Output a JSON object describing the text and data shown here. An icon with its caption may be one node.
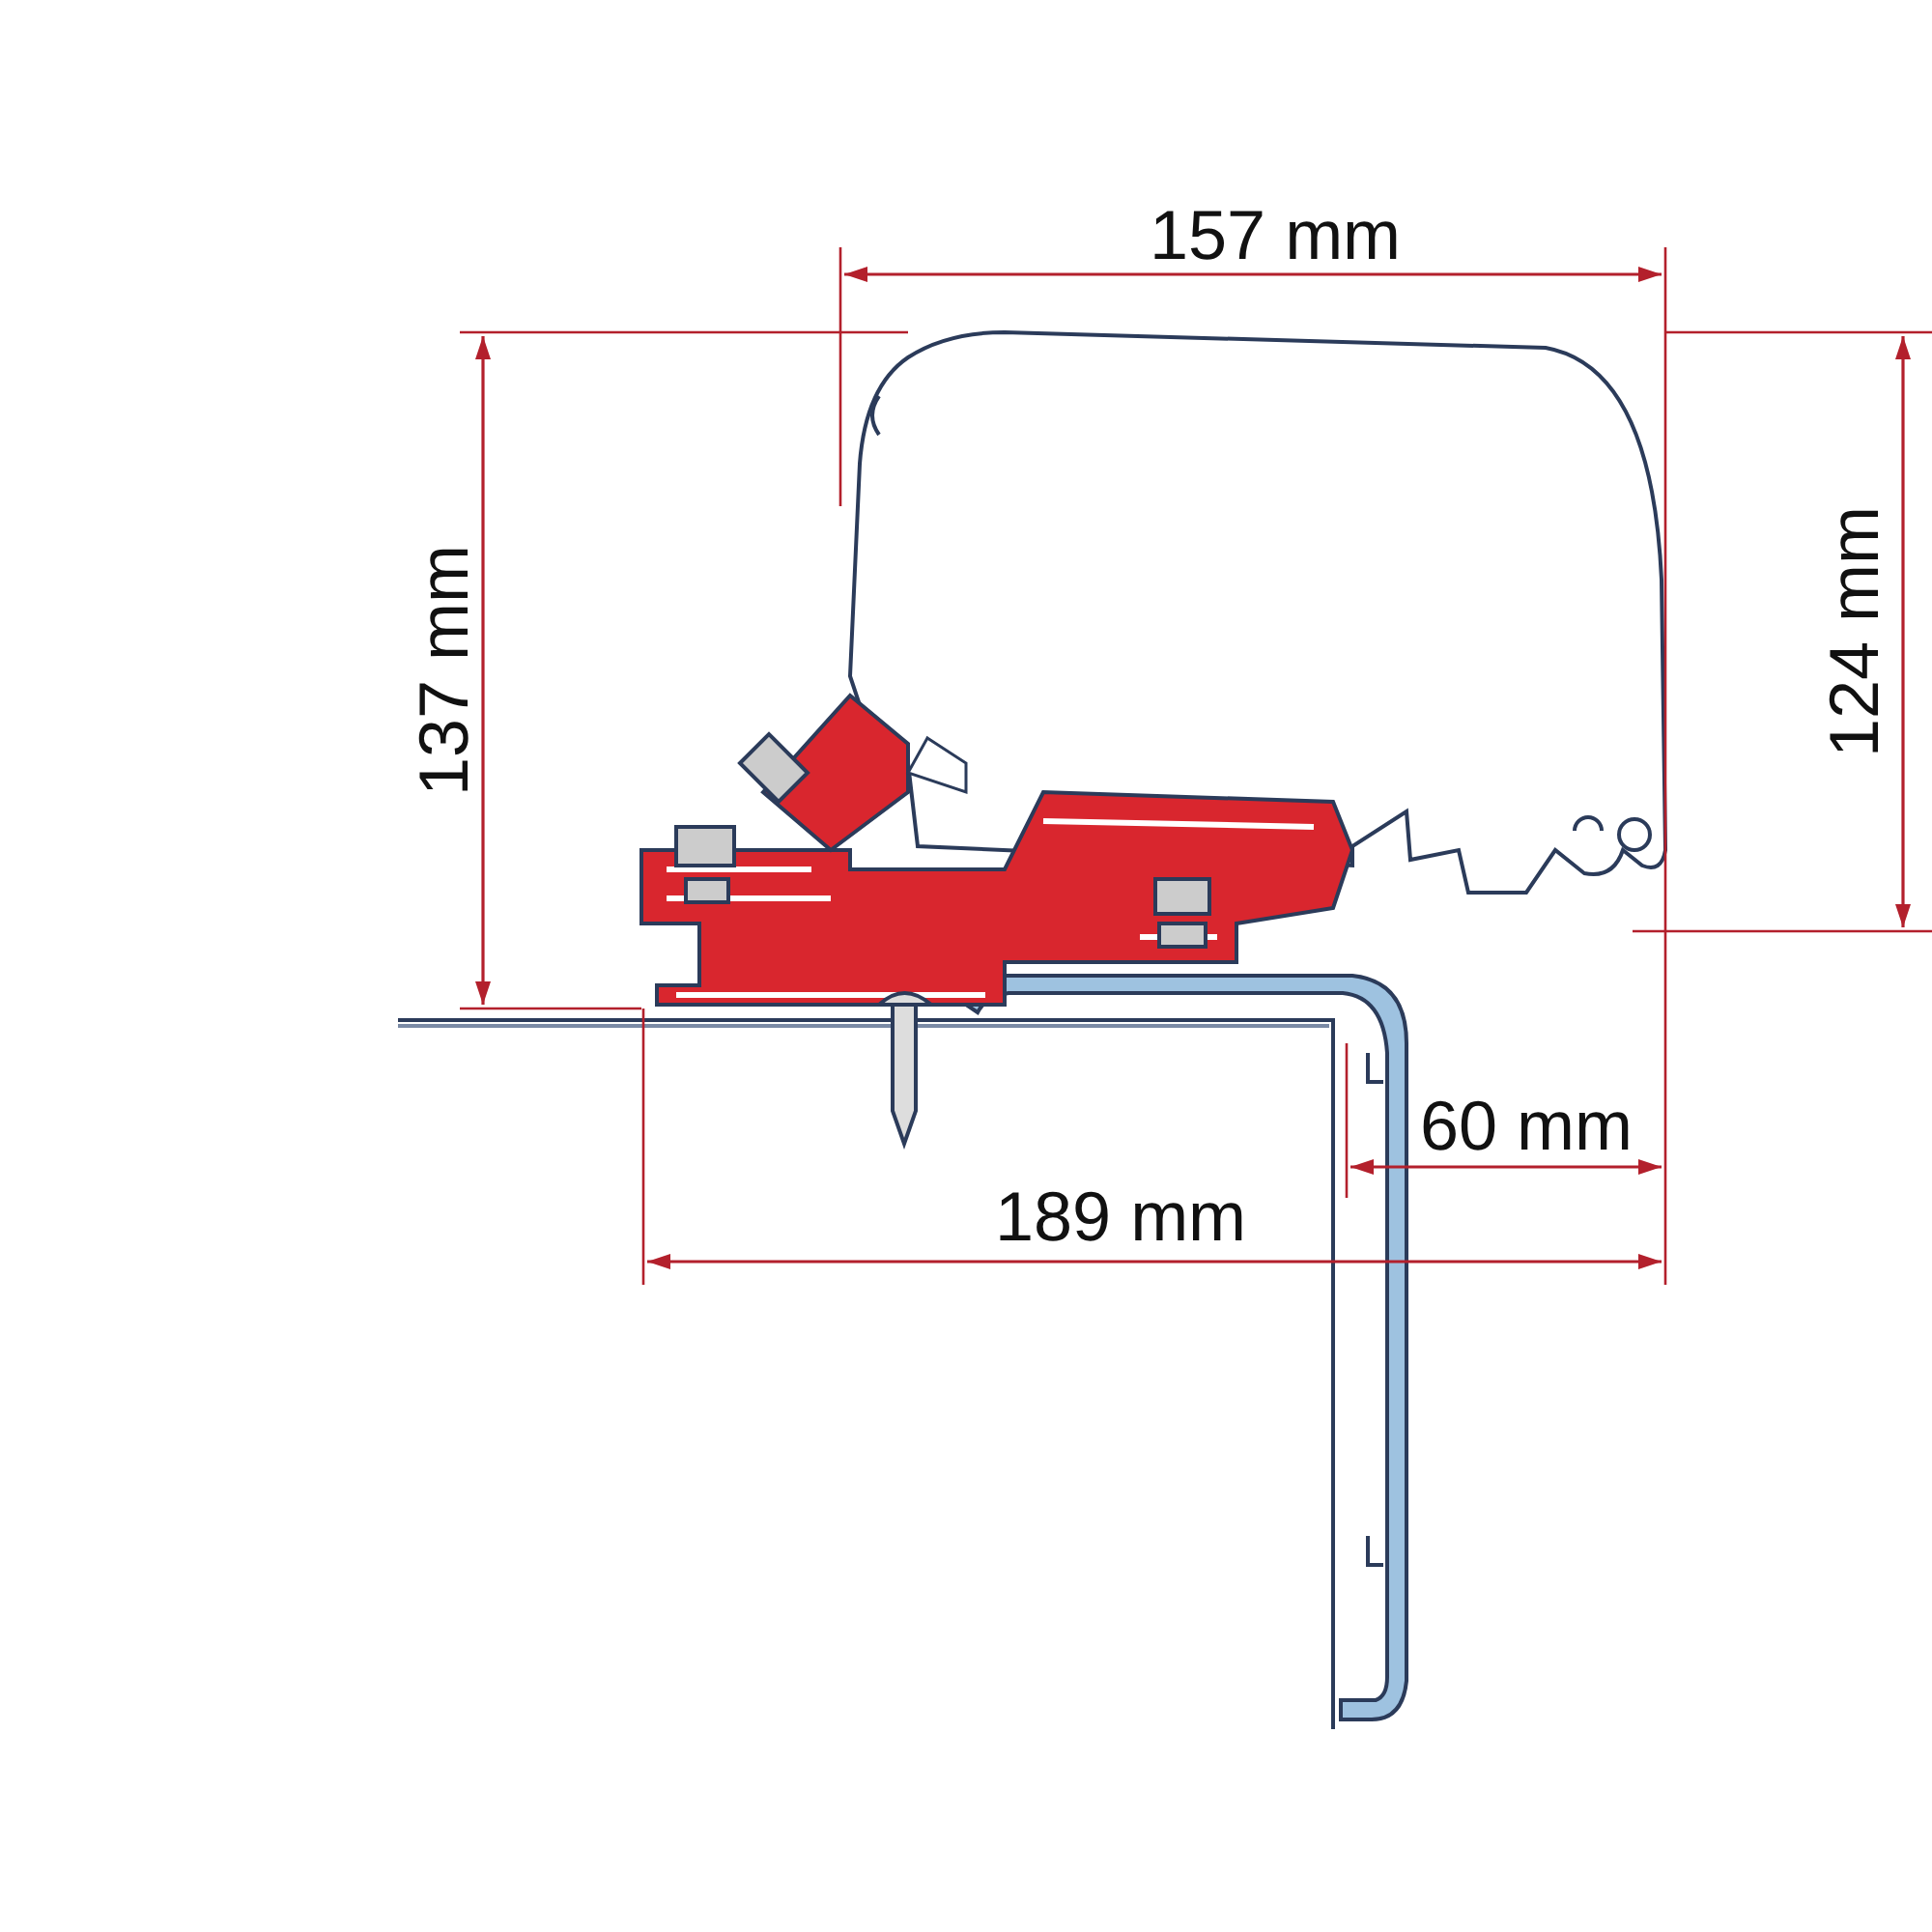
{
  "diagram": {
    "labels": [
      "157 mm",
      "137 mm",
      "124 mm",
      "60 mm",
      "189 mm"
    ]
  }
}
